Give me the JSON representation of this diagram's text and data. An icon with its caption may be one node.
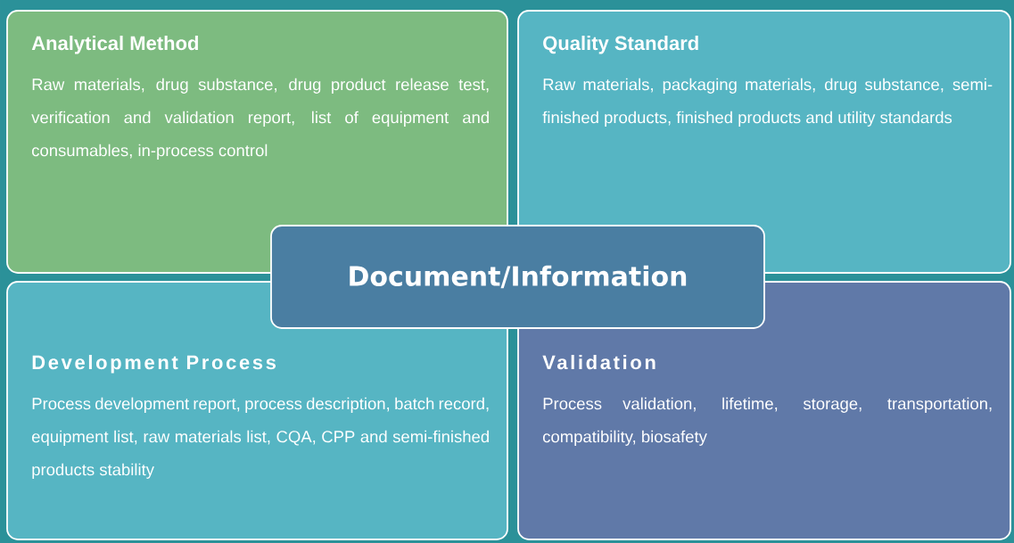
{
  "diagram": {
    "nodes": [
      {
        "text": [
          "Analytical Method",
          "Raw materials, drug substance, drug product release test, verification and validation report, list of equipment and consumables, in-process control"
        ]
      },
      {
        "text": [
          "Quality Standard",
          "Raw materials, packaging materials, drug substance, semi-finished products, finished products and utility standards"
        ]
      },
      {
        "text": [
          "Document/Information"
        ]
      },
      {
        "text": [
          "Development Process",
          "Process development report, process description, batch record, equipment list, raw materials list, CQA, CPP and semi-finished products stability"
        ]
      },
      {
        "text": [
          "Validation",
          "Process validation, lifetime, storage, transportation, compatibility, biosafety"
        ]
      }
    ]
  }
}
